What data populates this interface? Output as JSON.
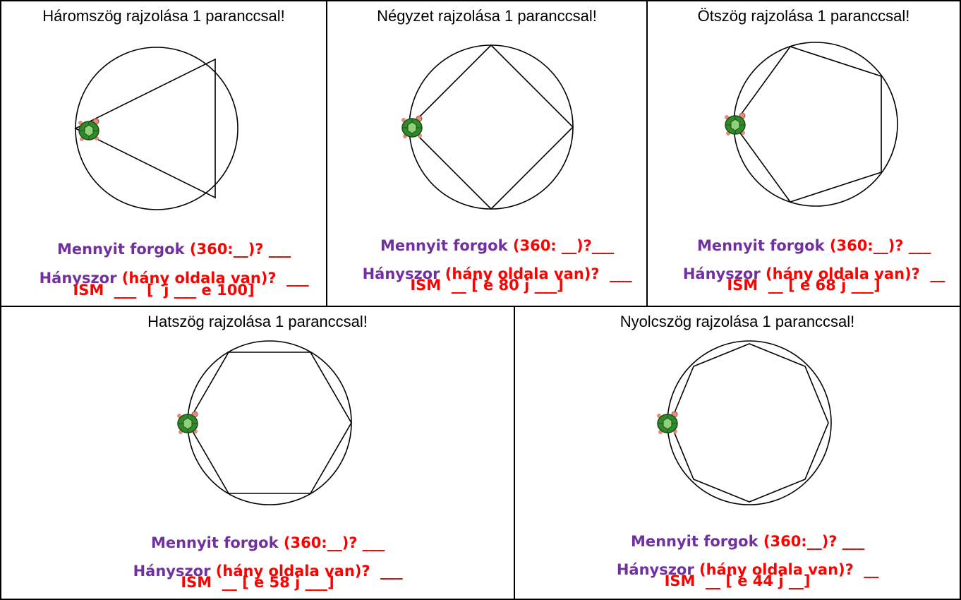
{
  "colors": {
    "question_label": "#7030a0",
    "answer_hint": "#ff0000",
    "turtle_shell": "#2f8a2a",
    "turtle_skin": "#e98a7a"
  },
  "cells": [
    {
      "title": "Háromszög rajzolása 1 paranccsal!",
      "polygon_sides": 3,
      "q1_label": "Mennyit forgok ",
      "q1_rest": "(360:__)? ___",
      "q2_label": "Hányszor ",
      "q2_rest": "(hány oldala van)?  ___",
      "q3": "ISM  ___  [  j ___ e 100]"
    },
    {
      "title": "Négyzet rajzolása 1 paranccsal!",
      "polygon_sides": 4,
      "q1_label": "Mennyit forgok ",
      "q1_rest": "(360: __)?___",
      "q2_label": "Hányszor ",
      "q2_rest": "(hány oldala van)?  ___",
      "q3": "ISM  __ [ e 80 j ___]"
    },
    {
      "title": "Ötszög rajzolása 1 paranccsal!",
      "polygon_sides": 5,
      "q1_label": "Mennyit forgok ",
      "q1_rest": "(360:__)? ___",
      "q2_label": "Hányszor ",
      "q2_rest": "(hány oldala van)?  __",
      "q3": "ISM  __ [ e 68 j ___]"
    },
    {
      "title": "Hatszög rajzolása 1 paranccsal!",
      "polygon_sides": 6,
      "q1_label": "Mennyit forgok ",
      "q1_rest": "(360:__)? ___",
      "q2_label": "Hányszor ",
      "q2_rest": "(hány oldala van)?  ___",
      "q3": "ISM  __ [ e 58 j ___]"
    },
    {
      "title": "Nyolcszög rajzolása 1 paranccsal!",
      "polygon_sides": 8,
      "q1_label": "Mennyit forgok ",
      "q1_rest": "(360:__)? ___",
      "q2_label": "Hányszor ",
      "q2_rest": "(hány oldala van)?  __",
      "q3": "ISM  __ [ e 44 j __]"
    }
  ]
}
